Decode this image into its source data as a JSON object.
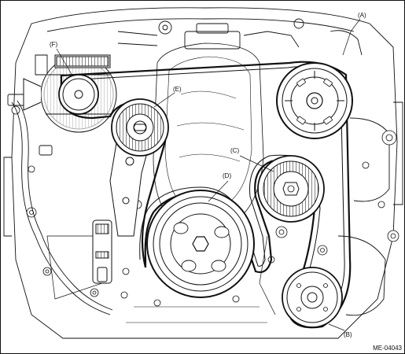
{
  "diagram": {
    "figure_id": "ME-04043",
    "callouts": {
      "a": "(A)",
      "b": "(B)",
      "c": "(C)",
      "d": "(D)",
      "e": "(E)",
      "f": "(F)"
    },
    "colors": {
      "line": "#111111",
      "fill": "#ffffff",
      "shade": "#d9d9d9",
      "dark": "#555555"
    }
  }
}
